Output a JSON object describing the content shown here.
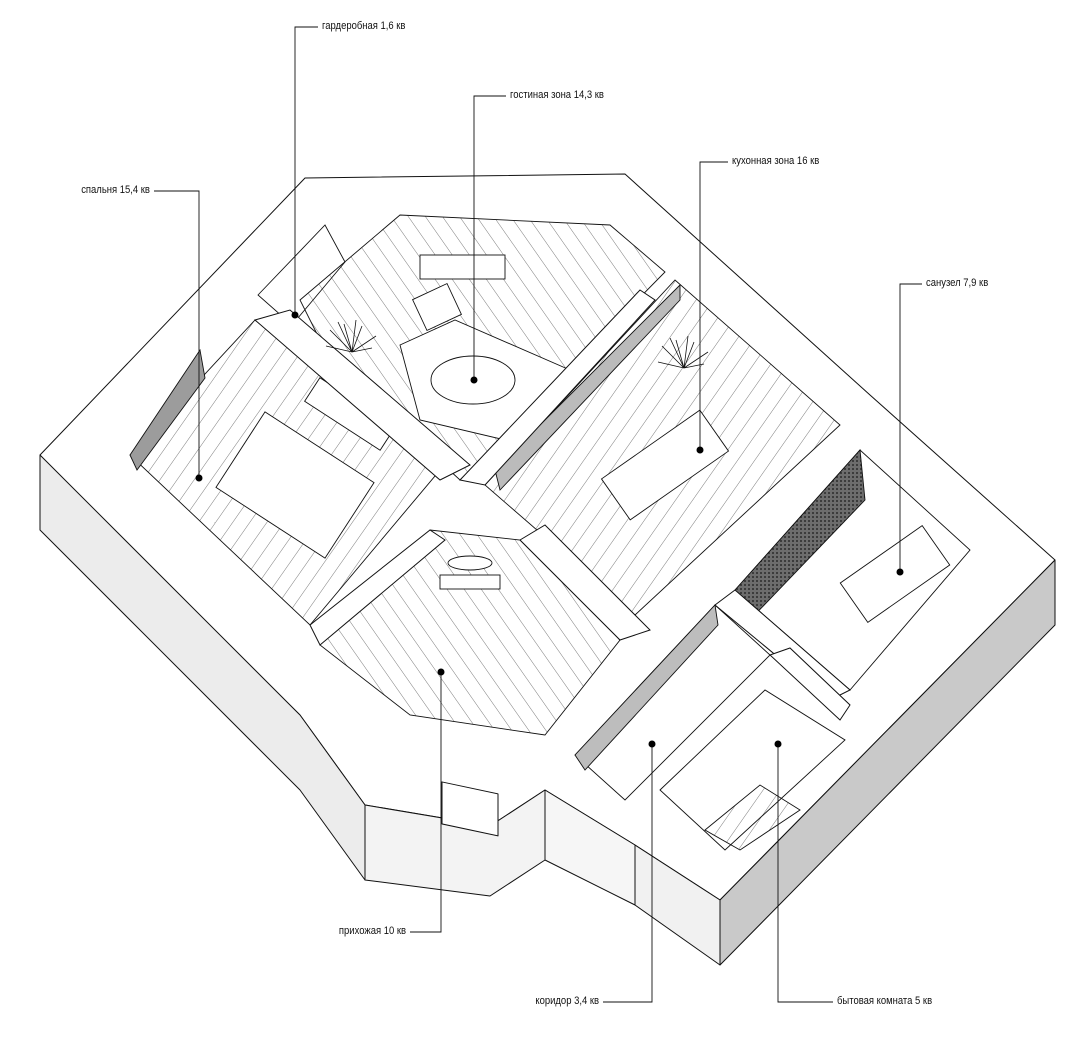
{
  "rooms": [
    {
      "id": "wardrobe",
      "label": "гардеробная 1,6 кв"
    },
    {
      "id": "living",
      "label": "гостиная зона 14,3 кв"
    },
    {
      "id": "kitchen",
      "label": "кухонная зона 16 кв"
    },
    {
      "id": "bedroom",
      "label": "спальня 15,4 кв"
    },
    {
      "id": "bathroom",
      "label": "санузел 7,9 кв"
    },
    {
      "id": "hallway",
      "label": "прихожая 10 кв"
    },
    {
      "id": "corridor",
      "label": "коридор 3,4 кв"
    },
    {
      "id": "utility",
      "label": "бытовая комната 5 кв"
    }
  ],
  "colors": {
    "ink": "#111111",
    "wall_top": "#ffffff",
    "wall_side": "#cfcfcf",
    "wall_dark": "#9a9a9a",
    "floor": "#ffffff"
  }
}
